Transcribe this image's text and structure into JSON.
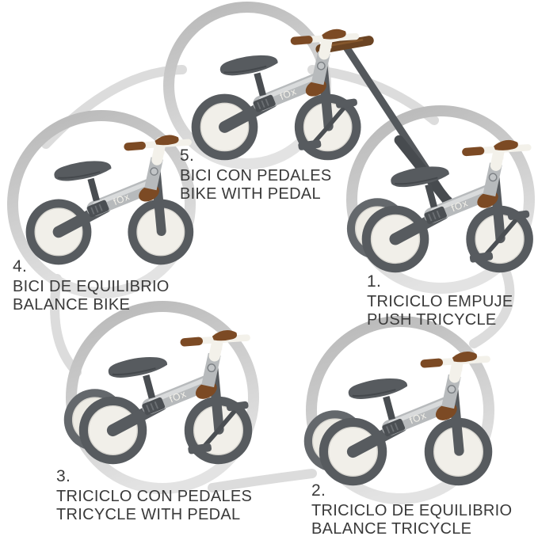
{
  "labels": {
    "brand": "fOx"
  },
  "colors": {
    "background": "#ffffff",
    "ring_gray": "#c6c6c6",
    "connector_gray": "#dcdcdc",
    "text": "#3a3a3a",
    "frame_silver": "#b7babc",
    "frame_highlight": "#d9dbdc",
    "white_parts": "#f3f1ea",
    "dark_gray": "#575b5f",
    "darker_gray": "#474b4f",
    "grip_brown": "#7c4a24",
    "grip_brown_light": "#9a6435",
    "rim_white": "#f1efe9",
    "hub_gray": "#dcdad3"
  },
  "items": [
    {
      "id": "push-tricycle",
      "number": "1.",
      "line1": "TRICICLO EMPUJE",
      "line2": "PUSH TRICYCLE",
      "variant": {
        "pedals": true,
        "rear_wheels": 2,
        "push_handle": true
      }
    },
    {
      "id": "balance-tricycle",
      "number": "2.",
      "line1": "TRICICLO DE EQUILIBRIO",
      "line2": "BALANCE TRICYCLE",
      "variant": {
        "pedals": false,
        "rear_wheels": 2,
        "push_handle": false
      }
    },
    {
      "id": "tricycle-with-pedal",
      "number": "3.",
      "line1": "TRICICLO CON PEDALES",
      "line2": "TRICYCLE WITH PEDAL",
      "variant": {
        "pedals": true,
        "rear_wheels": 2,
        "push_handle": false
      }
    },
    {
      "id": "balance-bike",
      "number": "4.",
      "line1": "BICI DE EQUILIBRIO",
      "line2": "BALANCE BIKE",
      "variant": {
        "pedals": false,
        "rear_wheels": 1,
        "push_handle": false
      }
    },
    {
      "id": "bike-with-pedal",
      "number": "5.",
      "line1": "BICI CON PEDALES",
      "line2": "BIKE WITH PEDAL",
      "variant": {
        "pedals": true,
        "rear_wheels": 1,
        "push_handle": false
      }
    }
  ]
}
